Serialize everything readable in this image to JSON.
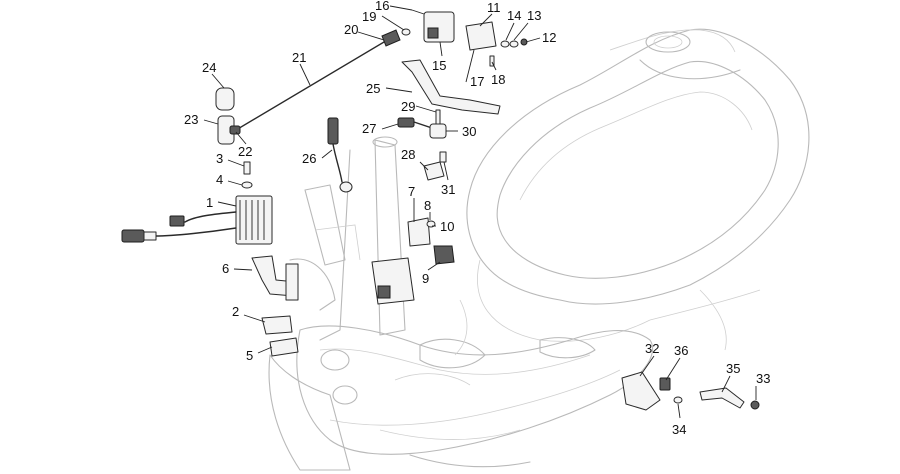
{
  "diagram": {
    "labels": [
      {
        "id": "1",
        "text": "1"
      },
      {
        "id": "2",
        "text": "2"
      },
      {
        "id": "3",
        "text": "3"
      },
      {
        "id": "4",
        "text": "4"
      },
      {
        "id": "5",
        "text": "5"
      },
      {
        "id": "6",
        "text": "6"
      },
      {
        "id": "7",
        "text": "7"
      },
      {
        "id": "8",
        "text": "8"
      },
      {
        "id": "9",
        "text": "9"
      },
      {
        "id": "10",
        "text": "10"
      },
      {
        "id": "11",
        "text": "11"
      },
      {
        "id": "12",
        "text": "12"
      },
      {
        "id": "13",
        "text": "13"
      },
      {
        "id": "14",
        "text": "14"
      },
      {
        "id": "15",
        "text": "15"
      },
      {
        "id": "16",
        "text": "16"
      },
      {
        "id": "17",
        "text": "17"
      },
      {
        "id": "18",
        "text": "18"
      },
      {
        "id": "19",
        "text": "19"
      },
      {
        "id": "20",
        "text": "20"
      },
      {
        "id": "21",
        "text": "21"
      },
      {
        "id": "22",
        "text": "22"
      },
      {
        "id": "23",
        "text": "23"
      },
      {
        "id": "24",
        "text": "24"
      },
      {
        "id": "25",
        "text": "25"
      },
      {
        "id": "26",
        "text": "26"
      },
      {
        "id": "27",
        "text": "27"
      },
      {
        "id": "28",
        "text": "28"
      },
      {
        "id": "29",
        "text": "29"
      },
      {
        "id": "30",
        "text": "30"
      },
      {
        "id": "31",
        "text": "31"
      },
      {
        "id": "32",
        "text": "32"
      },
      {
        "id": "33",
        "text": "33"
      },
      {
        "id": "34",
        "text": "34"
      },
      {
        "id": "35",
        "text": "35"
      },
      {
        "id": "36",
        "text": "36"
      }
    ]
  }
}
